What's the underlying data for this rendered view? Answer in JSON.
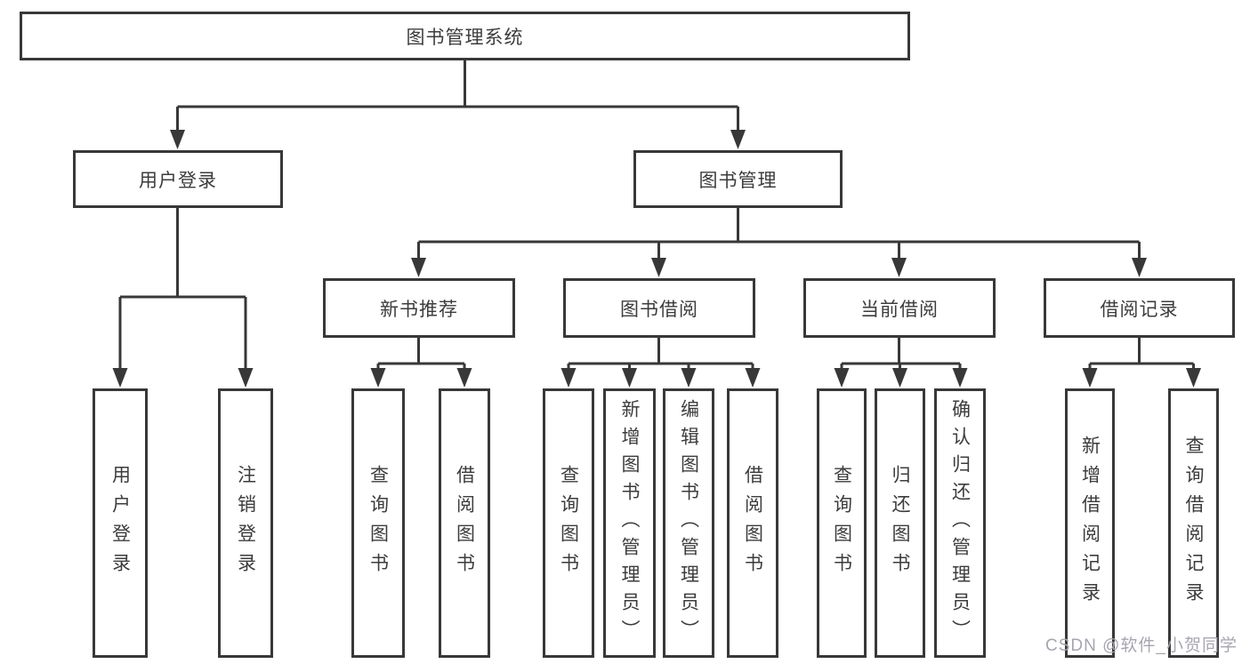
{
  "nodes": {
    "root": {
      "label": "图书管理系统"
    },
    "userLogin": {
      "label": "用户登录"
    },
    "bookMgmt": {
      "label": "图书管理"
    },
    "newBooks": {
      "label": "新书推荐"
    },
    "bookBorrow": {
      "label": "图书借阅"
    },
    "currentBorrow": {
      "label": "当前借阅"
    },
    "borrowRecords": {
      "label": "借阅记录"
    },
    "leafUserLogin": {
      "label": "用户登录"
    },
    "leafLogout": {
      "label": "注销登录"
    },
    "nbQuery": {
      "label": "查询图书"
    },
    "nbBorrow": {
      "label": "借阅图书"
    },
    "bbQuery": {
      "label": "查询图书"
    },
    "bbAdd": {
      "label": "新增图书（管理员）"
    },
    "bbEdit": {
      "label": "编辑图书（管理员）"
    },
    "bbBorrow": {
      "label": "借阅图书"
    },
    "cbQuery": {
      "label": "查询图书"
    },
    "cbReturn": {
      "label": "归还图书"
    },
    "cbConfirm": {
      "label": "确认归还（管理员）"
    },
    "brAdd": {
      "label": "新增借阅记录"
    },
    "brQuery": {
      "label": "查询借阅记录"
    }
  },
  "edges": [
    [
      "root",
      "userLogin"
    ],
    [
      "root",
      "bookMgmt"
    ],
    [
      "userLogin",
      "leafUserLogin"
    ],
    [
      "userLogin",
      "leafLogout"
    ],
    [
      "bookMgmt",
      "newBooks"
    ],
    [
      "bookMgmt",
      "bookBorrow"
    ],
    [
      "bookMgmt",
      "currentBorrow"
    ],
    [
      "bookMgmt",
      "borrowRecords"
    ],
    [
      "newBooks",
      "nbQuery"
    ],
    [
      "newBooks",
      "nbBorrow"
    ],
    [
      "bookBorrow",
      "bbQuery"
    ],
    [
      "bookBorrow",
      "bbAdd"
    ],
    [
      "bookBorrow",
      "bbEdit"
    ],
    [
      "bookBorrow",
      "bbBorrow"
    ],
    [
      "currentBorrow",
      "cbQuery"
    ],
    [
      "currentBorrow",
      "cbReturn"
    ],
    [
      "currentBorrow",
      "cbConfirm"
    ],
    [
      "borrowRecords",
      "brAdd"
    ],
    [
      "borrowRecords",
      "brQuery"
    ]
  ],
  "watermark": "CSDN @软件_小贺同学",
  "colors": {
    "line": "#383838",
    "text": "#3c3c3c",
    "watermark": "#a6a6b0",
    "background": "#ffffff"
  }
}
